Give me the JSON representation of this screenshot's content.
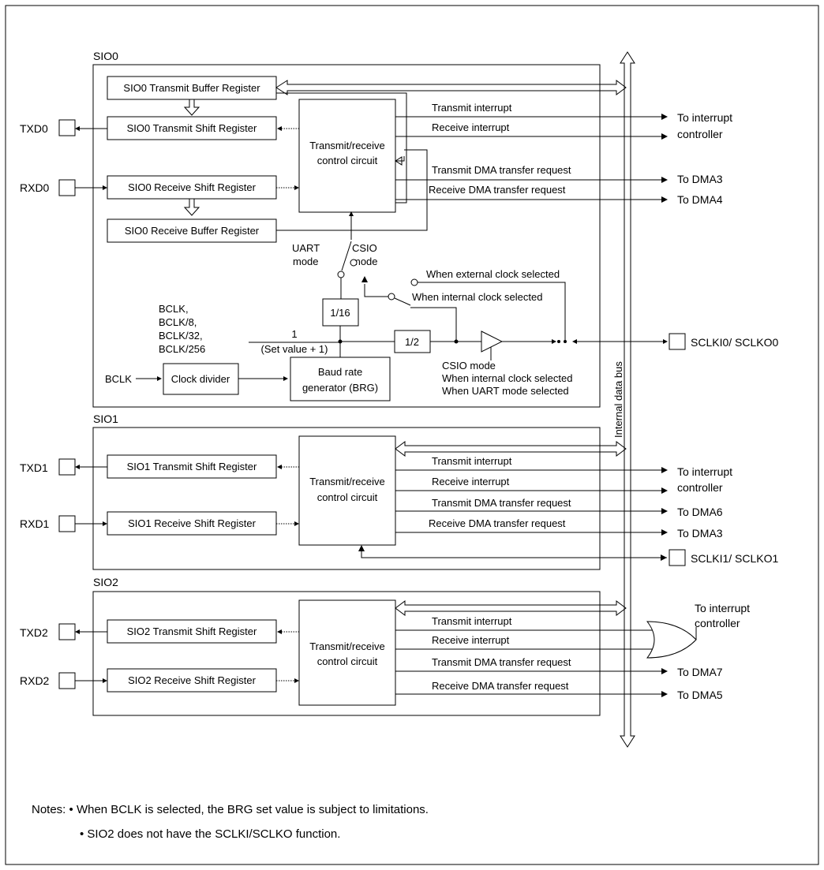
{
  "sio0": {
    "title": "SIO0",
    "tx_buffer": "SIO0 Transmit Buffer Register",
    "tx_shift": "SIO0 Transmit Shift Register",
    "rx_shift": "SIO0 Receive Shift Register",
    "rx_buffer": "SIO0 Receive Buffer Register",
    "control_line1": "Transmit/receive",
    "control_line2": "control circuit",
    "txd": "TXD0",
    "rxd": "RXD0",
    "transmit_interrupt": "Transmit interrupt",
    "receive_interrupt": "Receive interrupt",
    "transmit_dma": "Transmit DMA transfer request",
    "receive_dma": "Receive DMA transfer request",
    "uart_mode_1": "UART",
    "uart_mode_2": "mode",
    "csio_mode_1": "CSIO",
    "csio_mode_2": "mode",
    "ext_clock": "When external clock selected",
    "int_clock": "When internal clock selected",
    "div16": "1/16",
    "div2": "1/2",
    "bclk_opts": [
      "BCLK,",
      "BCLK/8,",
      "BCLK/32,",
      "BCLK/256"
    ],
    "frac_num": "1",
    "frac_den": "(Set value + 1)",
    "bclk": "BCLK",
    "clock_divider": "Clock divider",
    "brg_line1": "Baud rate",
    "brg_line2": "generator (BRG)",
    "csio_note": [
      "CSIO mode",
      "When internal clock selected",
      "When UART mode selected"
    ],
    "sclk_pin": "SCLKI0/ SCLKO0",
    "dest_interrupt_1": "To interrupt",
    "dest_interrupt_2": "controller",
    "dest_tx_dma": "To DMA3",
    "dest_rx_dma": "To DMA4"
  },
  "sio1": {
    "title": "SIO1",
    "tx_shift": "SIO1 Transmit Shift Register",
    "rx_shift": "SIO1 Receive Shift Register",
    "control_line1": "Transmit/receive",
    "control_line2": "control circuit",
    "txd": "TXD1",
    "rxd": "RXD1",
    "transmit_interrupt": "Transmit interrupt",
    "receive_interrupt": "Receive interrupt",
    "transmit_dma": "Transmit DMA transfer request",
    "receive_dma": "Receive DMA transfer request",
    "sclk_pin": "SCLKI1/ SCLKO1",
    "dest_interrupt_1": "To interrupt",
    "dest_interrupt_2": "controller",
    "dest_tx_dma": "To DMA6",
    "dest_rx_dma": "To DMA3"
  },
  "sio2": {
    "title": "SIO2",
    "tx_shift": "SIO2 Transmit Shift Register",
    "rx_shift": "SIO2 Receive Shift Register",
    "control_line1": "Transmit/receive",
    "control_line2": "control circuit",
    "txd": "TXD2",
    "rxd": "RXD2",
    "transmit_interrupt": "Transmit interrupt",
    "receive_interrupt": "Receive interrupt",
    "transmit_dma": "Transmit DMA transfer request",
    "receive_dma": "Receive DMA transfer request",
    "dest_interrupt_1": "To interrupt",
    "dest_interrupt_2": "controller",
    "dest_tx_dma": "To DMA7",
    "dest_rx_dma": "To DMA5"
  },
  "bus_label": "Internal data bus",
  "notes": {
    "line1": "Notes: • When BCLK is selected, the BRG set value is subject to limitations.",
    "line2": "• SIO2  does not have the SCLKI/SCLKO function."
  }
}
